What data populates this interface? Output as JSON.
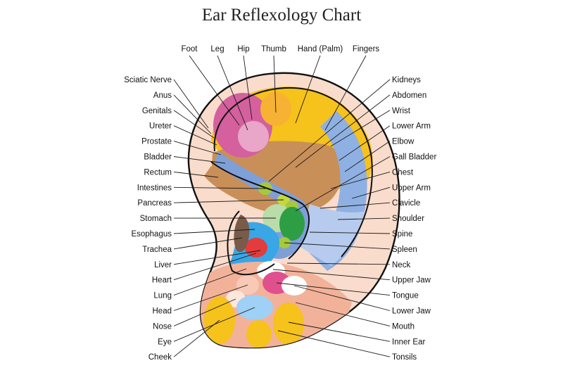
{
  "title": "Ear Reflexology Chart",
  "labels": {
    "top": [
      "Foot",
      "Leg",
      "Hip",
      "Thumb",
      "Hand (Palm)",
      "Fingers"
    ],
    "left": [
      "Sciatic Nerve",
      "Anus",
      "Genitals",
      "Ureter",
      "Prostate",
      "Bladder",
      "Rectum",
      "Intestines",
      "Pancreas",
      "Stomach",
      "Esophagus",
      "Trachea",
      "Liver",
      "Heart",
      "Lung",
      "Head",
      "Nose",
      "Eye",
      "Cheek"
    ],
    "right": [
      "Kidneys",
      "Abdomen",
      "Wrist",
      "Lower Arm",
      "Elbow",
      "Gall Bladder",
      "Chest",
      "Upper Arm",
      "Clavicle",
      "Shoulder",
      "Spine",
      "Spleen",
      "Neck",
      "Upper Jaw",
      "Tongue",
      "Lower Jaw",
      "Mouth",
      "Inner Ear",
      "Tonsils"
    ]
  },
  "colors": {
    "outline": "#111111",
    "helix": "#f9dccb",
    "pink": "#d4609e",
    "yellow": "#f6c21c",
    "tan": "#c98f59",
    "blue": "#8fb0e2",
    "lime": "#a7c93a",
    "green": "#2e9e44",
    "red": "#e23c3c",
    "brown": "#7a5a48",
    "cyan": "#39a6e6",
    "salmon": "#f2b29a",
    "magenta": "#e0508f"
  }
}
